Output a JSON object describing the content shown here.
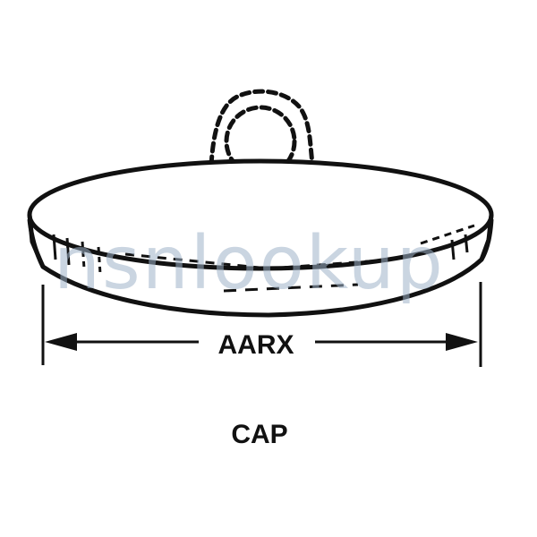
{
  "diagram": {
    "part_name": "CAP",
    "dimension_label": "AARX",
    "watermark_text": "nsnlookup",
    "colors": {
      "ink": "#111111",
      "background": "#ffffff",
      "watermark_blue": "#9fb3c8",
      "watermark_orange": "#f2b48a"
    }
  }
}
